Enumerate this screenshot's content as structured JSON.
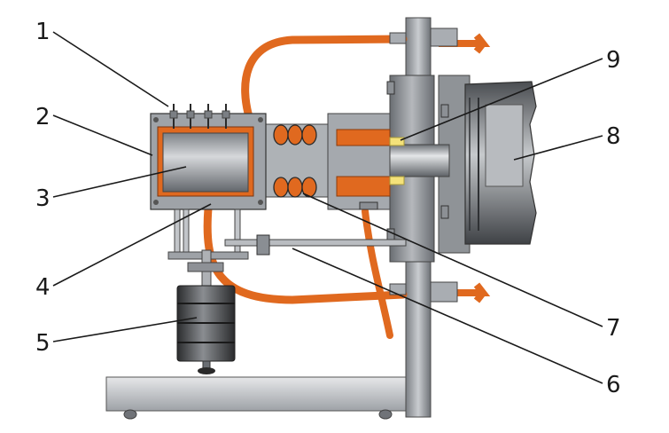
{
  "diagram": {
    "callouts": [
      {
        "label": "1"
      },
      {
        "label": "2"
      },
      {
        "label": "3"
      },
      {
        "label": "4"
      },
      {
        "label": "5"
      },
      {
        "label": "6"
      },
      {
        "label": "7"
      },
      {
        "label": "8"
      },
      {
        "label": "9"
      }
    ]
  },
  "colors": {
    "steel_dark": "#5f6266",
    "steel_mid": "#9a9ea3",
    "steel_light": "#d8dadd",
    "copper": "#e0691f",
    "copper_dark": "#b24f12",
    "bellows": "#e06a1f",
    "seal_yellow": "#f4e27a",
    "outline": "#2a2a2a"
  }
}
